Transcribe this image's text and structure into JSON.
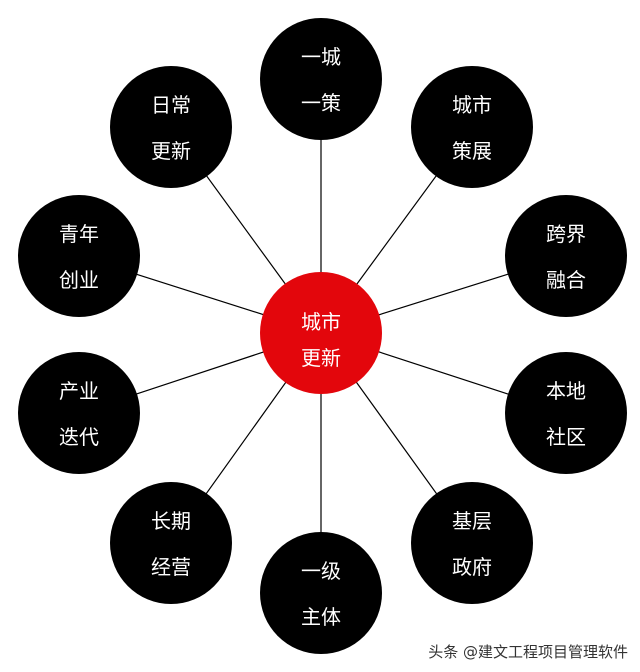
{
  "diagram": {
    "colors": {
      "center_fill": "#e3060c",
      "node_fill": "#000000",
      "line": "#000000",
      "text": "#ffffff"
    },
    "center": {
      "lines": [
        "城市",
        "更新"
      ]
    },
    "nodes": [
      {
        "id": "yicheng-yice",
        "lines": [
          "一城",
          "一策"
        ]
      },
      {
        "id": "chengshi-cezhan",
        "lines": [
          "城市",
          "策展"
        ]
      },
      {
        "id": "kuajie-ronghe",
        "lines": [
          "跨界",
          "融合"
        ]
      },
      {
        "id": "bendi-shequ",
        "lines": [
          "本地",
          "社区"
        ]
      },
      {
        "id": "jiceng-zhengfu",
        "lines": [
          "基层",
          "政府"
        ]
      },
      {
        "id": "yiji-zhuti",
        "lines": [
          "一级",
          "主体"
        ]
      },
      {
        "id": "changqi-jingying",
        "lines": [
          "长期",
          "经营"
        ]
      },
      {
        "id": "chanye-diedai",
        "lines": [
          "产业",
          "迭代"
        ]
      },
      {
        "id": "qingnian-chuangye",
        "lines": [
          "青年",
          "创业"
        ]
      },
      {
        "id": "richang-gengxin",
        "lines": [
          "日常",
          "更新"
        ]
      }
    ]
  },
  "watermark": {
    "text": "头条 @建文工程项目管理软件"
  }
}
